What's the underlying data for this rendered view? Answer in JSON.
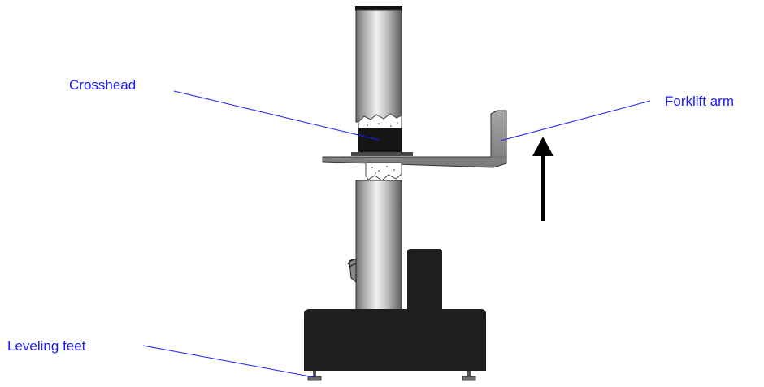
{
  "labels": {
    "crosshead": "Crosshead",
    "forklift_arm": "Forklift arm",
    "leveling_feet": "Leveling feet"
  },
  "colors": {
    "callout": "#1a1aff",
    "column_shadow": "#6b6b6b",
    "column_highlight": "#f2f2f2",
    "column_mid": "#b8b8b8",
    "base": "#1e1e1e",
    "arm": "#8c8c8c",
    "crosshead": "#151515",
    "arrow": "#000000"
  },
  "icons": {
    "direction_arrow": "up-arrow-icon"
  }
}
